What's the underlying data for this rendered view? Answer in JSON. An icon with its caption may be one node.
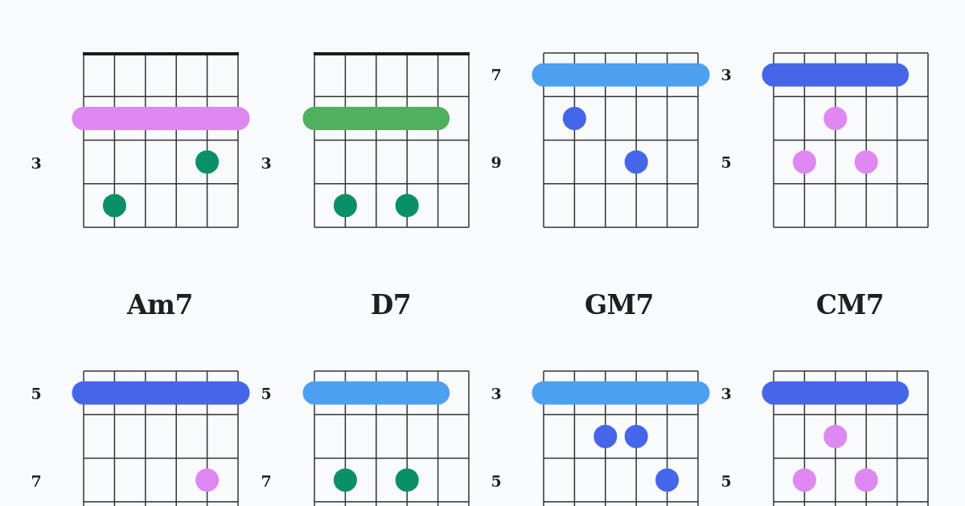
{
  "diagram": {
    "labels": [
      "7",
      "3",
      "3",
      "3",
      "9",
      "5",
      "Am7",
      "D7",
      "GM7",
      "CM7",
      "5",
      "5",
      "3",
      "3",
      "7",
      "7",
      "5",
      "5"
    ]
  }
}
